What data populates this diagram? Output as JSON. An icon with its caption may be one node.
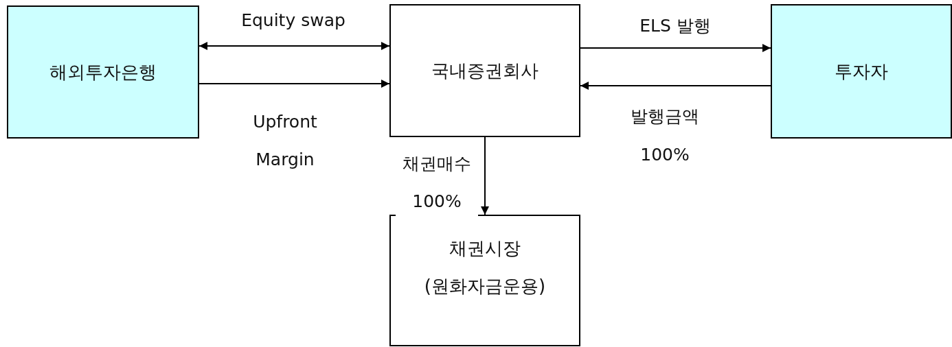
{
  "diagram": {
    "nodes": [
      {
        "text": [
          "해외투자은행"
        ]
      },
      {
        "text": [
          "국내증권회사"
        ]
      },
      {
        "text": [
          "투자자"
        ]
      },
      {
        "text": [
          "채권시장 (원화자금운용)"
        ]
      }
    ],
    "edges": [
      {
        "from": 0,
        "to": 1,
        "arrow": "both",
        "label": "Equity swap"
      },
      {
        "from": 0,
        "to": 1,
        "arrow": "to",
        "label": "Upfront Margin"
      },
      {
        "from": 1,
        "to": 2,
        "arrow": "to",
        "label": "ELS 발행"
      },
      {
        "from": 2,
        "to": 1,
        "arrow": "to",
        "label": "발행금액 100%"
      },
      {
        "from": 1,
        "to": 3,
        "arrow": "to",
        "label": "채권매수 100%"
      }
    ]
  }
}
